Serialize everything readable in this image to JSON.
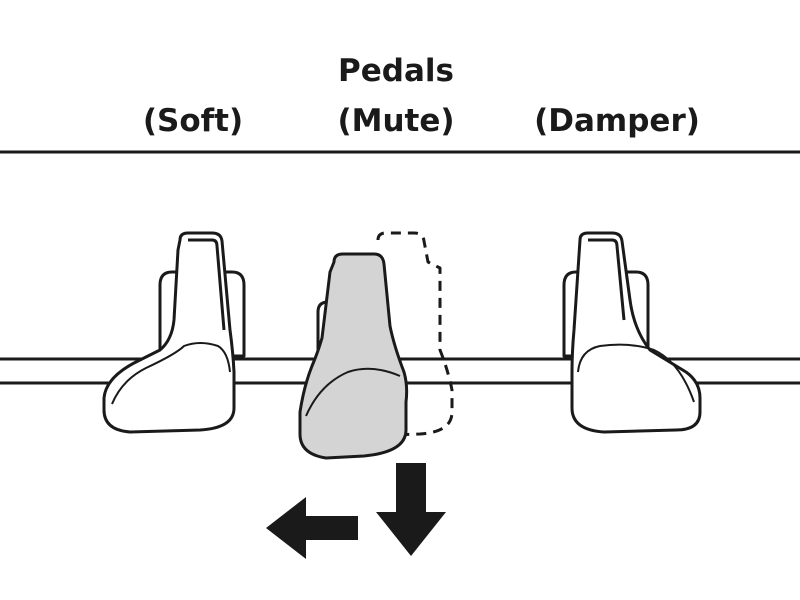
{
  "diagram": {
    "title": "Pedals",
    "pedals": [
      {
        "id": "soft",
        "label": "(Soft)"
      },
      {
        "id": "mute",
        "label": "(Mute)"
      },
      {
        "id": "damper",
        "label": "(Damper)"
      }
    ],
    "colors": {
      "outline": "#1a1a1a",
      "highlight_fill": "#d4d4d4",
      "arrow_fill": "#1a1a1a",
      "background": "#ffffff"
    },
    "icons": [
      "arrow-left-icon",
      "arrow-down-icon"
    ]
  }
}
